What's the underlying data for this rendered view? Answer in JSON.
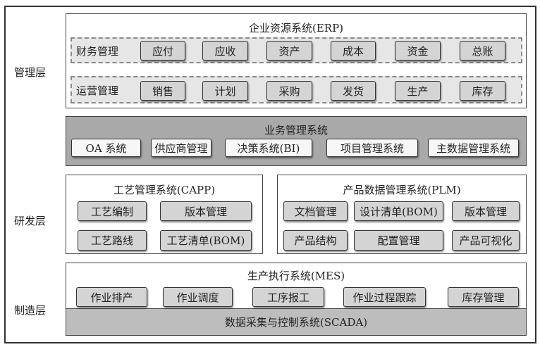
{
  "layers": {
    "management": "管理层",
    "rd": "研发层",
    "manufacturing": "制造层"
  },
  "erp": {
    "title": "企业资源系统(ERP)",
    "finance": {
      "label": "财务管理",
      "items": [
        "应付",
        "应收",
        "资产",
        "成本",
        "资金",
        "总账"
      ]
    },
    "operations": {
      "label": "运营管理",
      "items": [
        "销售",
        "计划",
        "采购",
        "发货",
        "生产",
        "库存"
      ]
    }
  },
  "business": {
    "title": "业务管理系统",
    "items": [
      "OA 系统",
      "供应商管理",
      "决策系统(BI)",
      "项目管理系统",
      "主数据管理系统"
    ]
  },
  "capp": {
    "title": "工艺管理系统(CAPP)",
    "items": [
      "工艺编制",
      "版本管理",
      "工艺路线",
      "工艺清单(BOM)"
    ]
  },
  "plm": {
    "title": "产品数据管理系统(PLM)",
    "items": [
      "文档管理",
      "设计清单(BOM)",
      "版本管理",
      "产品结构",
      "配置管理",
      "产品可视化"
    ]
  },
  "mes": {
    "title": "生产执行系统(MES)",
    "items": [
      "作业排产",
      "作业调度",
      "工序报工",
      "作业过程跟踪",
      "库存管理"
    ]
  },
  "scada": {
    "title": "数据采集与控制系统(SCADA)"
  }
}
